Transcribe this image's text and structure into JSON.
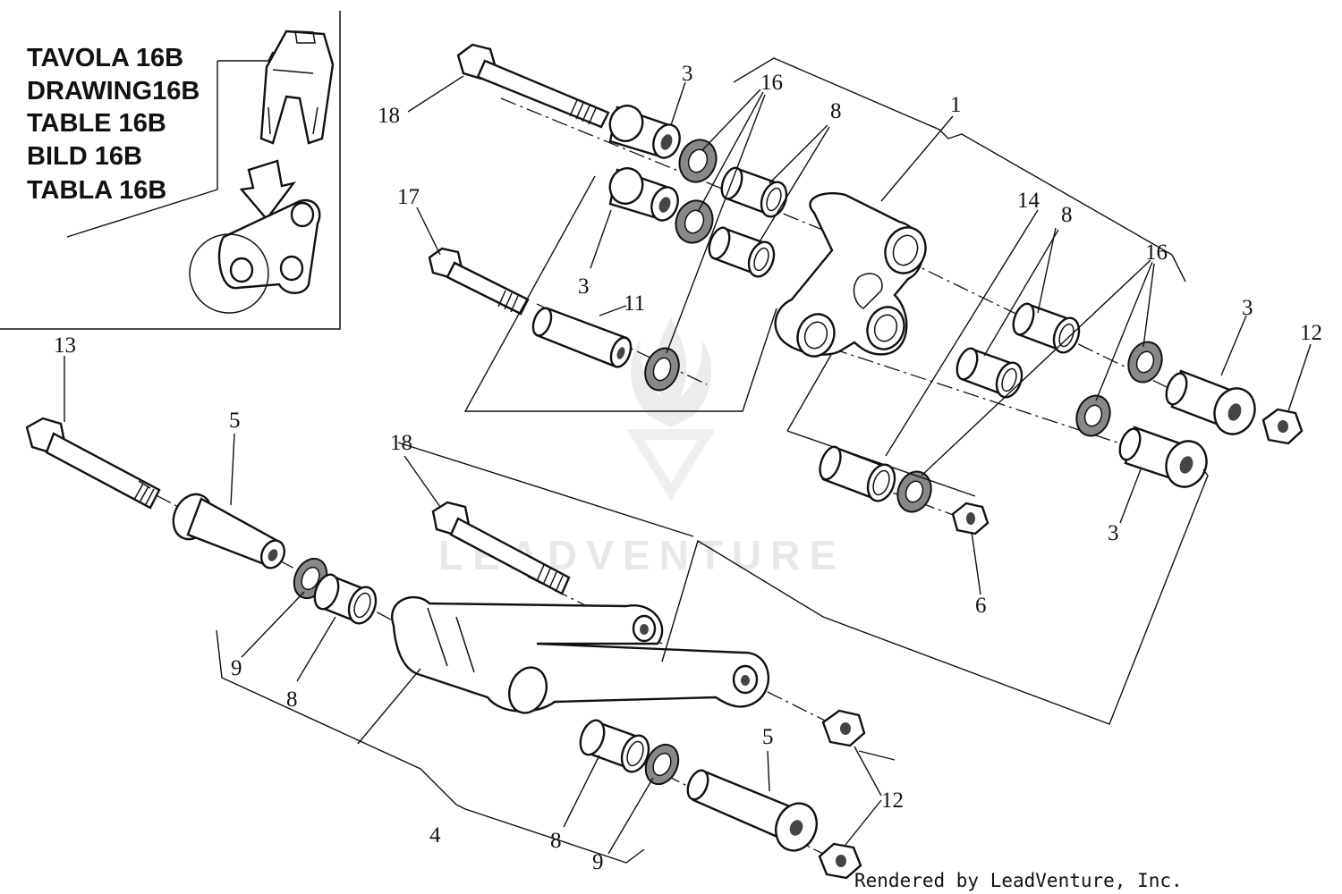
{
  "inset": {
    "labels": [
      "TAVOLA 16B",
      "DRAWING16B",
      "TABLE 16B",
      "BILD 16B",
      "TABLA 16B"
    ]
  },
  "callouts": {
    "c1": "1",
    "c3a": "3",
    "c3b": "3",
    "c3c": "3",
    "c3d": "3",
    "c4": "4",
    "c5a": "5",
    "c5b": "5",
    "c6": "6",
    "c8a": "8",
    "c8b": "8",
    "c8c": "8",
    "c8d": "8",
    "c9a": "9",
    "c9b": "9",
    "c11": "11",
    "c12a": "12",
    "c12b": "12",
    "c13": "13",
    "c14": "14",
    "c16a": "16",
    "c16b": "16",
    "c17": "17",
    "c18a": "18",
    "c18b": "18"
  },
  "watermark": "LEADVENTURE",
  "credit": "Rendered by LeadVenture, Inc."
}
